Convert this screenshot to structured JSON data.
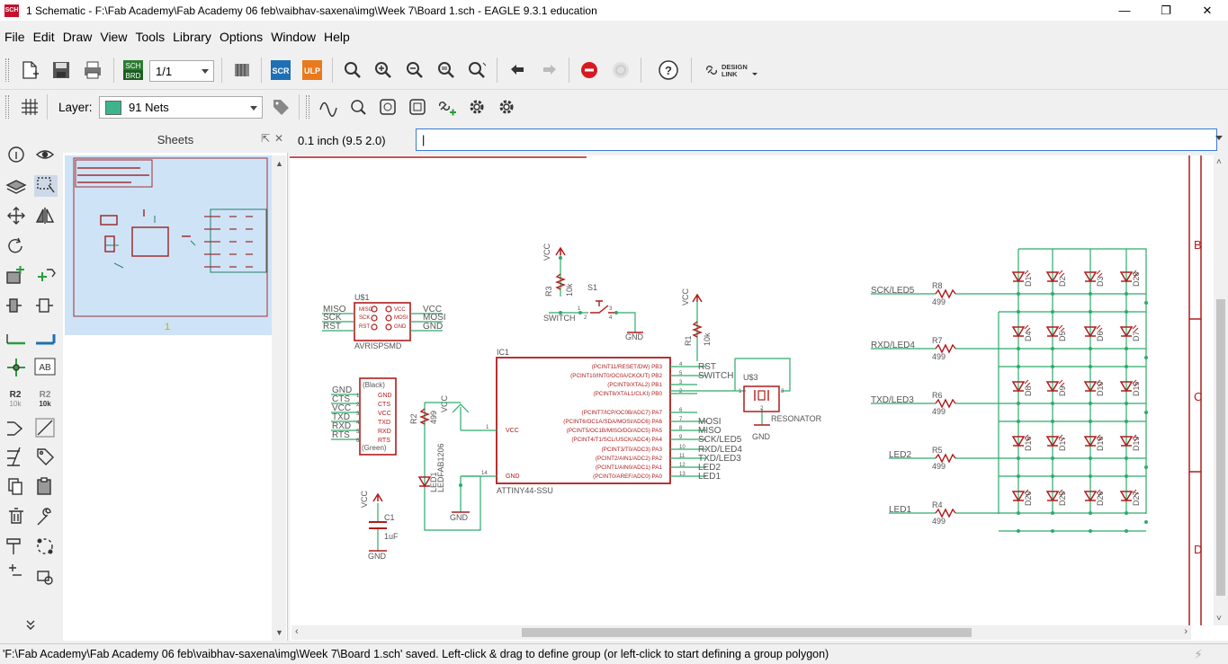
{
  "window": {
    "title": "1 Schematic - F:\\Fab Academy\\Fab Academy 06 feb\\vaibhav-saxena\\img\\Week 7\\Board 1.sch - EAGLE 9.3.1 education",
    "app_icon_text": "SCH",
    "minimize": "—",
    "restore": "❐",
    "close": "✕"
  },
  "menu": [
    "File",
    "Edit",
    "Draw",
    "View",
    "Tools",
    "Library",
    "Options",
    "Window",
    "Help"
  ],
  "toolbar": {
    "sheet_value": "1/1",
    "sch_brd_top": "SCH",
    "sch_brd_bottom": "BRD",
    "scr_label": "SCR",
    "ulp_label": "ULP",
    "help_label": "?",
    "design_link_top": "DESIGN",
    "design_link_bottom": "LINK"
  },
  "layerbar": {
    "layer_label": "Layer:",
    "layer_value": "91 Nets",
    "layer_color": "#3cb48c"
  },
  "tools": {
    "ab_label": "AB",
    "r2_label": "R2",
    "r2_sub": "10k",
    "r2b_label": "R2",
    "r2b_sub": "10k"
  },
  "sheets": {
    "header": "Sheets",
    "thumb_number": "1"
  },
  "coords": {
    "grid_readout": "0.1 inch (9.5 2.0)",
    "command_value": "|"
  },
  "schematic": {
    "net_color": "#2eab6b",
    "part_color": "#b01c1c",
    "frame_rows": [
      "B",
      "C",
      "D"
    ],
    "ic1": {
      "name": "IC1",
      "value": "ATTINY44-SSU",
      "vcc": "VCC",
      "gnd": "GND",
      "pin1": "1",
      "pin14": "14",
      "pins_right": [
        {
          "label": "(PCINT11/RESET/DW) PB3",
          "num": "4"
        },
        {
          "label": "(PCINT10/INT0/OC0A/CKOUT) PB2",
          "num": "5"
        },
        {
          "label": "(PCINT9/XTAL2) PB1",
          "num": "3"
        },
        {
          "label": "(PCINT8/XTAL1/CLKI) PB0",
          "num": "2"
        },
        {
          "label": "(PCINT7/ICP/OC0B/ADC7) PA7",
          "num": "6"
        },
        {
          "label": "(PCINT6/OC1A/SDA/MOSI/ADC6) PA6",
          "num": "7"
        },
        {
          "label": "(PCINT5/OC1B/MISO/DO/ADC5) PA5",
          "num": "8"
        },
        {
          "label": "(PCINT4/T1/SCL/USCK/ADC4) PA4",
          "num": "9"
        },
        {
          "label": "(PCINT3/T0/ADC3) PA3",
          "num": "10"
        },
        {
          "label": "(PCINT2/AIN1/ADC2) PA2",
          "num": "11"
        },
        {
          "label": "(PCINT1/AIN0/ADC1) PA1",
          "num": "12"
        },
        {
          "label": "(PCINT0/AREF/ADC0) PA0",
          "num": "13"
        }
      ],
      "nets_right": [
        "RST",
        "SWITCH",
        "",
        "",
        "",
        "MOSI",
        "MISO",
        "SCK/LED5",
        "RXD/LED4",
        "TXD/LED3",
        "LED2",
        "LED1"
      ]
    },
    "isp": {
      "name": "U$1",
      "value": "AVRISPSMD",
      "nets_left": [
        "MISO",
        "SCK",
        "RST"
      ],
      "nets_right": [
        "VCC",
        "MOSI",
        "GND"
      ],
      "pins_left": [
        "MISO",
        "SCK",
        "RST"
      ],
      "pins_right": [
        "VCC",
        "MOSI",
        "GND"
      ]
    },
    "ftdi": {
      "top": "(Black)",
      "bottom": "(Green)",
      "nets": [
        "GND",
        "CTS",
        "VCC",
        "TXD",
        "RXD",
        "RTS"
      ],
      "pins": [
        "GND",
        "CTS",
        "VCC",
        "TXD",
        "RXD",
        "RTS"
      ],
      "nums": [
        "1",
        "2",
        "3",
        "4",
        "5",
        "6"
      ]
    },
    "switch": {
      "name": "S1",
      "r_name": "R3",
      "r_value": "10k",
      "vcc": "VCC",
      "net": "SWITCH",
      "gnd": "GND",
      "pin1": "1",
      "pin2": "2",
      "pin3": "3",
      "pin4": "4"
    },
    "r1": {
      "name": "R1",
      "value": "10k",
      "vcc": "VCC"
    },
    "resonator": {
      "name": "U$3",
      "value": "RESONATOR",
      "gnd": "GND",
      "pin1": "1",
      "pin2": "2",
      "pin3": "3"
    },
    "led_power": {
      "r_name": "R2",
      "r_value": "499",
      "led_name": "LED1",
      "led_value": "LEDFAB1206",
      "vcc": "VCC",
      "gnd": "GND"
    },
    "cap": {
      "name": "C1",
      "value": "1uF",
      "vcc": "VCC",
      "gnd": "GND"
    },
    "charlie_rows": [
      {
        "net": "SCK/LED5",
        "r": "R8",
        "v": "499",
        "leds": [
          "D1",
          "D2",
          "D3",
          "D28"
        ]
      },
      {
        "net": "RXD/LED4",
        "r": "R7",
        "v": "499",
        "leds": [
          "D4",
          "D5",
          "D6",
          "D7"
        ]
      },
      {
        "net": "TXD/LED3",
        "r": "R6",
        "v": "499",
        "leds": [
          "D8",
          "D9",
          "D10",
          "D15"
        ]
      },
      {
        "net": "LED2",
        "r": "R5",
        "v": "499",
        "leds": [
          "D16",
          "D17",
          "D18",
          "D19"
        ]
      },
      {
        "net": "LED1",
        "r": "R4",
        "v": "499",
        "leds": [
          "D20",
          "D25",
          "D26",
          "D27"
        ]
      }
    ]
  },
  "statusbar": {
    "message": "'F:\\Fab Academy\\Fab Academy 06 feb\\vaibhav-saxena\\img\\Week 7\\Board 1.sch' saved. Left-click & drag to define group (or left-click to start defining a group polygon)"
  }
}
